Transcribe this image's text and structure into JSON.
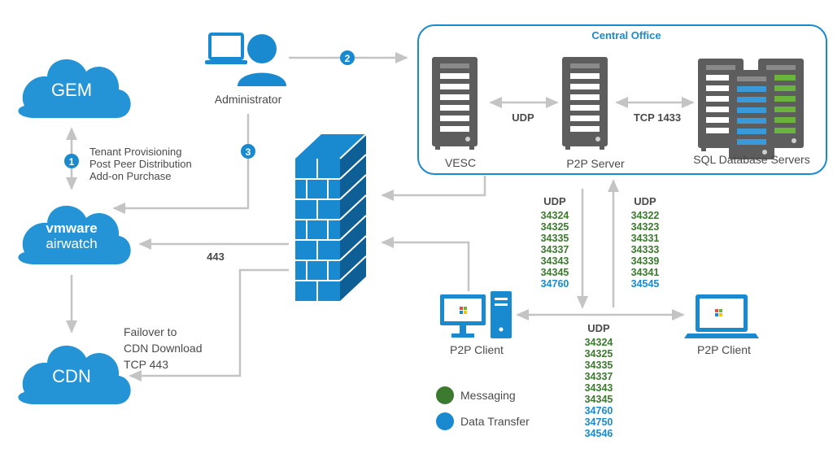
{
  "colors": {
    "blue": "#1a8ad0",
    "cloud": "#2494d6",
    "arrow": "#c4c4c4",
    "messaging": "#3c7a2f",
    "data_transfer": "#1a8ad0",
    "text": "#4a4a4a",
    "server_dark": "#5d5d5d",
    "server_blue": "#3a9ad9",
    "server_green": "#6bb33f"
  },
  "clouds": {
    "gem": "GEM",
    "airwatch_top": "vmware",
    "airwatch_bottom": "airwatch",
    "cdn": "CDN"
  },
  "administrator": {
    "label": "Administrator"
  },
  "central_office": {
    "title": "Central Office",
    "vesc": "VESC",
    "p2p_server": "P2P Server",
    "sql": "SQL Database Servers",
    "link_udp": "UDP",
    "link_tcp": "TCP 1433"
  },
  "steps": {
    "s1": "1",
    "s2": "2",
    "s3": "3"
  },
  "provisioning": [
    "Tenant Provisioning",
    "Post Peer Distribution",
    "Add-on Purchase"
  ],
  "port_443": "443",
  "failover": [
    "Failover to",
    "CDN Download",
    "TCP 443"
  ],
  "client_left": "P2P Client",
  "client_right": "P2P Client",
  "udp_left": {
    "title": "UDP",
    "green": [
      "34324",
      "34325",
      "34335",
      "34337",
      "34343",
      "34345"
    ],
    "blue": [
      "34760"
    ]
  },
  "udp_right": {
    "title": "UDP",
    "green": [
      "34322",
      "34323",
      "34331",
      "34333",
      "34339",
      "34341"
    ],
    "blue": [
      "34545"
    ]
  },
  "udp_bottom": {
    "title": "UDP",
    "green": [
      "34324",
      "34325",
      "34335",
      "34337",
      "34343",
      "34345"
    ],
    "blue": [
      "34760",
      "34750",
      "34546"
    ]
  },
  "legend": {
    "messaging": "Messaging",
    "data_transfer": "Data Transfer"
  }
}
